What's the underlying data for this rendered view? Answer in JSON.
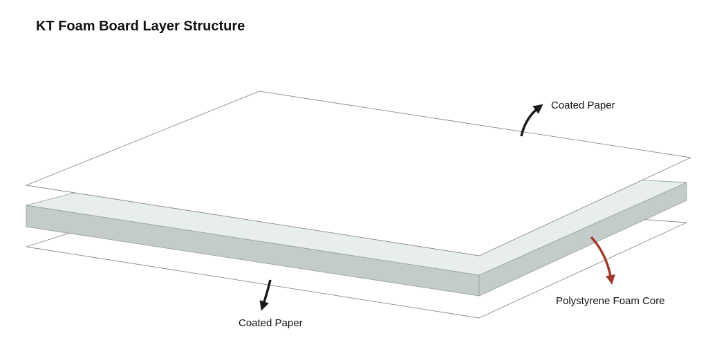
{
  "title": "KT Foam Board Layer Structure",
  "layers": {
    "top_paper": {
      "label": "Coated Paper",
      "fill": "#ffffff",
      "stroke": "#8a8a8a"
    },
    "foam_core": {
      "label": "Polystyrene Foam Core",
      "top_fill": "#e8eeee",
      "side_fill": "#c3cbcb",
      "stroke": "#9aa2a2"
    },
    "bottom_paper": {
      "label": "Coated Paper",
      "fill": "#ffffff",
      "stroke": "#8a8a8a"
    }
  },
  "arrows": {
    "top_paper_arrow": {
      "color": "#1a1a1a"
    },
    "foam_core_arrow": {
      "color": "#a13a2a"
    },
    "bottom_paper_arrow": {
      "color": "#1a1a1a"
    }
  }
}
